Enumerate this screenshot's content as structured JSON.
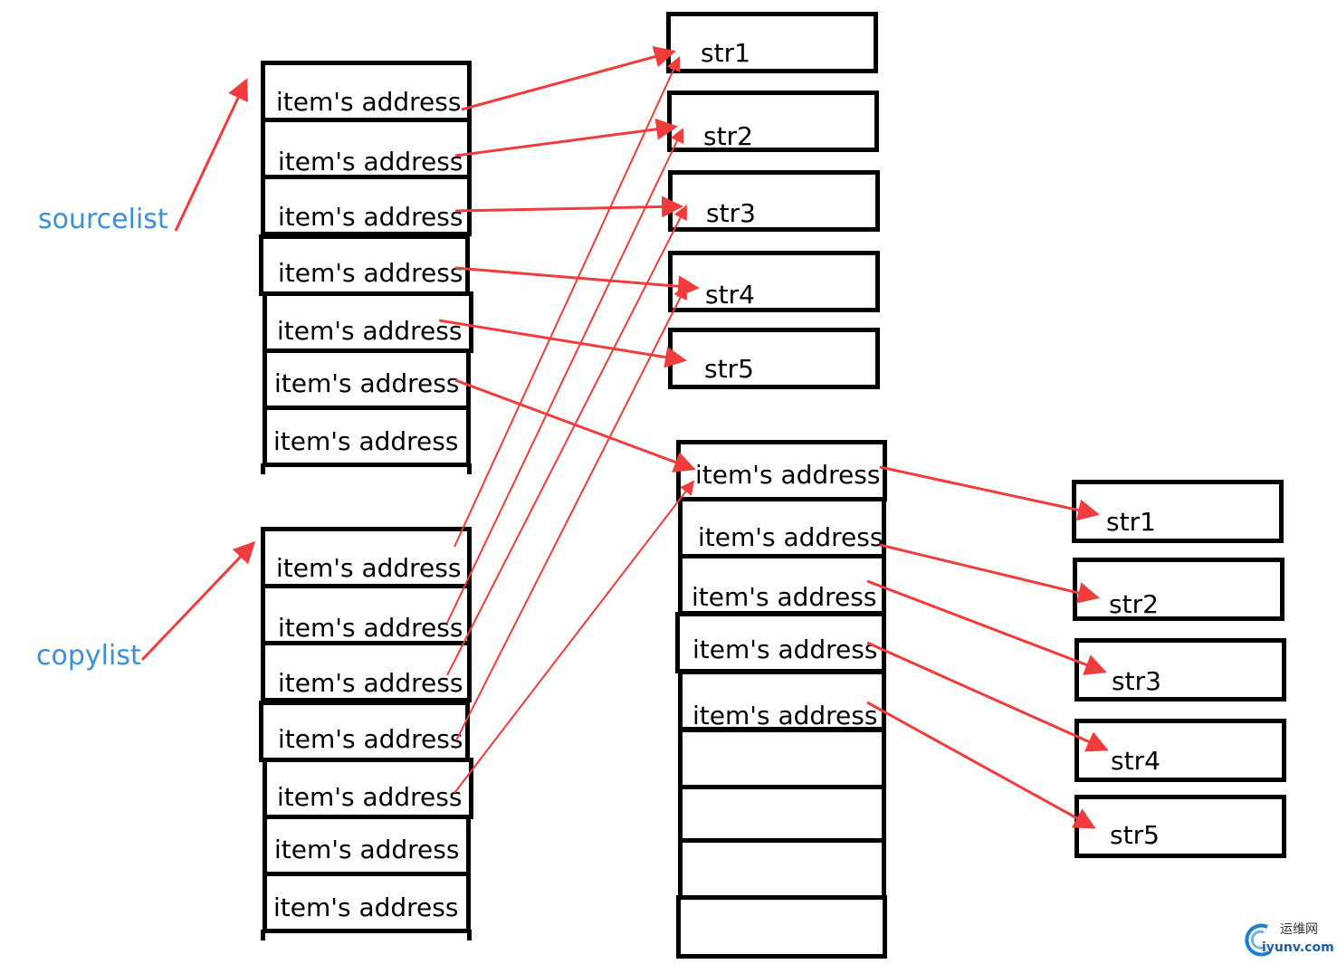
{
  "labels": {
    "sourcelist": "sourcelist",
    "copylist": "copylist"
  },
  "source_list": {
    "items": [
      "item's address",
      "item's address",
      "item's address",
      "item's address",
      "item's address",
      "item's address",
      "item's address"
    ]
  },
  "copy_list": {
    "items": [
      "item's address",
      "item's address",
      "item's address",
      "item's address",
      "item's address",
      "item's address",
      "item's address"
    ]
  },
  "strings_top": [
    "str1",
    "str2",
    "str3",
    "str4",
    "str5"
  ],
  "nested_list": {
    "items": [
      "item's address",
      "item's address",
      "item's address",
      "item's address",
      "item's address",
      "",
      "",
      "",
      ""
    ]
  },
  "strings_right": [
    "str1",
    "str2",
    "str3",
    "str4",
    "str5"
  ],
  "watermark": {
    "chinese": "运维网",
    "site": "iyunv.com"
  },
  "colors": {
    "arrow": "#f03c3c",
    "label": "#3a8fd9",
    "border": "#000000"
  }
}
